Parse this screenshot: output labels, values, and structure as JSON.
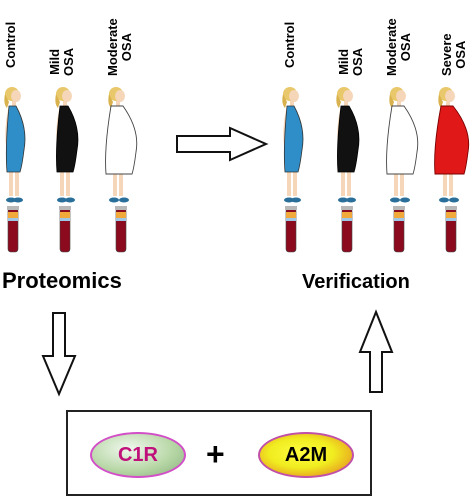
{
  "groups_left": [
    {
      "line1": "Control",
      "line2": "",
      "dress": "#2f8ec7"
    },
    {
      "line1": "Mild",
      "line2": "OSA",
      "dress": "#111111"
    },
    {
      "line1": "Moderate",
      "line2": "OSA",
      "dress": "#ffffff"
    }
  ],
  "groups_right": [
    {
      "line1": "Control",
      "line2": "",
      "dress": "#2f8ec7"
    },
    {
      "line1": "Mild",
      "line2": "OSA",
      "dress": "#111111"
    },
    {
      "line1": "Moderate",
      "line2": "OSA",
      "dress": "#ffffff"
    },
    {
      "line1": "Severe",
      "line2": "OSA",
      "dress": "#e01818"
    }
  ],
  "proteomics_label": "Proteomics",
  "verification_label": "Verification",
  "result": {
    "marker1": "C1R",
    "plus": "+",
    "marker2": "A2M",
    "marker1_text_color": "#c0107a",
    "marker2_text_color": "#000000"
  },
  "colors": {
    "blood": "#8b0a1e",
    "plasma": "#f2a93b"
  }
}
